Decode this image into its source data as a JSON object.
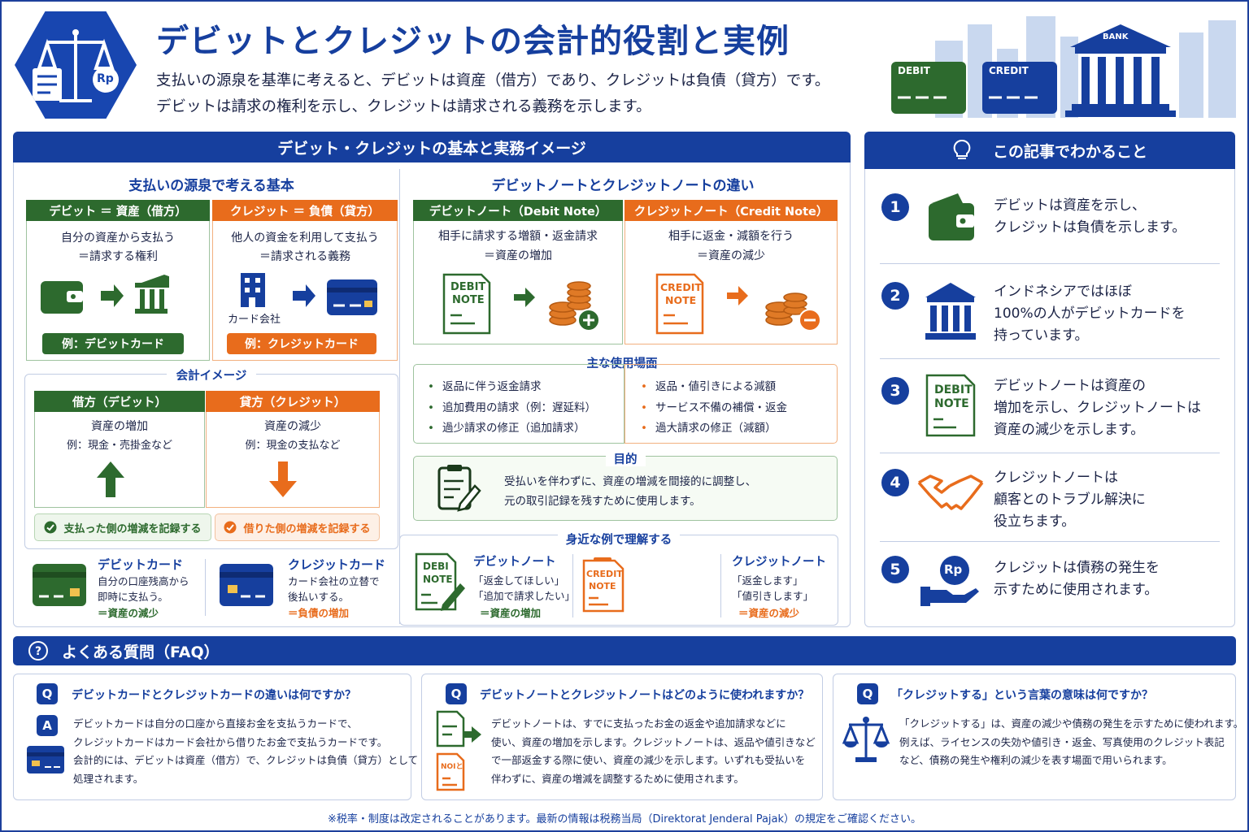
{
  "header": {
    "title": "デビットとクレジットの会計的役割と実例",
    "lead_1": "支払いの源泉を基準に考えると、デビットは資産（借方）であり、クレジットは負債（貸方）です。",
    "lead_2": "デビットは請求の権利を示し、クレジットは請求される義務を示します。",
    "logo_rp": "Rp",
    "card_debit": "DEBIT",
    "card_credit": "CREDIT",
    "bank": "BANK"
  },
  "basics": {
    "bar": "デビット・クレジットの基本と実務イメージ",
    "source": {
      "heading": "支払いの源泉で考える基本",
      "debit_tab": "デビット ＝ 資産（借方）",
      "debit_l1": "自分の資産から支払う",
      "debit_l2": "＝請求する権利",
      "debit_example": "例：デビットカード",
      "credit_tab": "クレジット ＝ 負債（貸方）",
      "credit_l1": "他人の資金を利用して支払う",
      "credit_l2": "＝請求される義務",
      "card_company": "カード会社",
      "credit_example": "例：クレジットカード"
    },
    "image": {
      "heading": "会計イメージ",
      "debit_tab": "借方（デビット）",
      "debit_l1": "資産の増加",
      "debit_l2": "例：現金・売掛金など",
      "credit_tab": "貸方（クレジット）",
      "credit_l1": "資産の減少",
      "credit_l2": "例：現金の支払など",
      "debit_check": "支払った側の増減を記録する",
      "credit_check": "借りた側の増減を記録する"
    },
    "cards": {
      "debit_title": "デビットカード",
      "debit_l1": "自分の口座残高から",
      "debit_l2": "即時に支払う。",
      "debit_result": "＝資産の減少",
      "credit_title": "クレジットカード",
      "credit_l1": "カード会社の立替で",
      "credit_l2": "後払いする。",
      "credit_result": "＝負債の増加"
    },
    "notes": {
      "heading": "デビットノートとクレジットノートの違い",
      "debit_tab": "デビットノート（Debit Note）",
      "debit_l1": "相手に請求する増額・返金請求",
      "debit_l2": "＝資産の増加",
      "debit_doc_1": "DEBIT",
      "debit_doc_2": "NOTE",
      "credit_tab": "クレジットノート（Credit Note）",
      "credit_l1": "相手に返金・減額を行う",
      "credit_l2": "＝資産の減少",
      "credit_doc_1": "CREDIT",
      "credit_doc_2": "NOTE"
    },
    "usage": {
      "heading": "主な使用場面",
      "debit": [
        "返品に伴う返金請求",
        "追加費用の請求（例：遅延料）",
        "過少請求の修正（追加請求）"
      ],
      "credit": [
        "返品・値引きによる減額",
        "サービス不備の補償・返金",
        "過大請求の修正（減額）"
      ]
    },
    "purpose": {
      "heading": "目的",
      "l1": "受払いを伴わずに、資産の増減を間接的に調整し、",
      "l2": "元の取引記録を残すために使用します。"
    },
    "familiar": {
      "heading": "身近な例で理解する",
      "debit_doc_1": "DEBI",
      "debit_doc_2": "NOTE",
      "debit_title": "デビットノート",
      "debit_l1": "「返金してほしい」",
      "debit_l2": "「追加で請求したい」",
      "debit_result": "＝資産の増加",
      "credit_doc_1": "CREDIT",
      "credit_doc_2": "NOTE",
      "credit_title": "クレジットノート",
      "credit_l1": "「返金します」",
      "credit_l2": "「値引きします」",
      "credit_result": "＝資産の減少"
    }
  },
  "summary": {
    "bar": "この記事でわかること",
    "items": [
      {
        "num": "1",
        "l1": "デビットは資産を示し、",
        "l2": "クレジットは負債を示します。",
        "l3": ""
      },
      {
        "num": "2",
        "l1": "インドネシアではほぼ",
        "l2": "100%の人がデビットカードを",
        "l3": "持っています。"
      },
      {
        "num": "3",
        "l1": "デビットノートは資産の",
        "l2": "増加を示し、クレジットノートは",
        "l3": "資産の減少を示します。"
      },
      {
        "num": "4",
        "l1": "クレジットノートは",
        "l2": "顧客とのトラブル解決に",
        "l3": "役立ちます。"
      },
      {
        "num": "5",
        "l1": "クレジットは債務の発生を",
        "l2": "示すために使用されます。",
        "l3": ""
      }
    ],
    "item3_doc_1": "DEBIT",
    "item3_doc_2": "NOTE",
    "item5_rp": "Rp"
  },
  "faq": {
    "bar": "よくある質問（FAQ）",
    "q_badge": "Q",
    "a_badge": "A",
    "q1": {
      "q": "デビットカードとクレジットカードの違いは何ですか？",
      "a": [
        "デビットカードは自分の口座から直接お金を支払うカードで、",
        "クレジットカードはカード会社から借りたお金で支払うカードです。",
        "会計的には、デビットは資産（借方）で、クレジットは負債（貸方）として",
        "処理されます。"
      ]
    },
    "q2": {
      "q": "デビットノートとクレジットノートはどのように使われますか？",
      "a": [
        "デビットノートは、すでに支払ったお金の返金や追加請求などに",
        "使い、資産の増加を示します。クレジットノートは、返品や値引きなど",
        "で一部返金する際に使い、資産の減少を示します。いずれも受払いを",
        "伴わずに、資産の増減を調整するために使用されます。"
      ],
      "doc_label": "NOIと"
    },
    "q3": {
      "q": "「クレジットする」という言葉の意味は何ですか？",
      "a": [
        "「クレジットする」は、資産の減少や債務の発生を示すために使われます。",
        "例えば、ライセンスの失効や値引き・返金、写真使用のクレジット表記",
        "など、債務の発生や権利の減少を表す場面で用いられます。"
      ]
    }
  },
  "footer": "※税率・制度は改定されることがあります。最新の情報は税務当局（Direktorat Jenderal Pajak）の規定をご確認ください。",
  "colors": {
    "brand": "#163f9e",
    "green": "#2d6a2e",
    "orange": "#e86c1c"
  }
}
